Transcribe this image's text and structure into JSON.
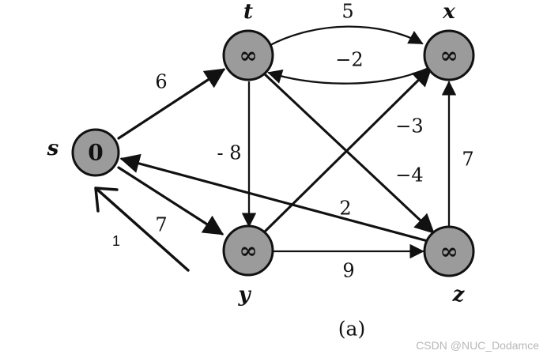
{
  "nodes": {
    "s": {
      "name": "s",
      "value": "0"
    },
    "t": {
      "name": "t",
      "value": "∞"
    },
    "x": {
      "name": "x",
      "value": "∞"
    },
    "y": {
      "name": "y",
      "value": "∞"
    },
    "z": {
      "name": "z",
      "value": "∞"
    }
  },
  "edges": {
    "s_t": {
      "weight": "6"
    },
    "s_y": {
      "weight": "7"
    },
    "t_x": {
      "weight": "5"
    },
    "x_t": {
      "weight": "−2"
    },
    "t_y": {
      "weight": "- 8"
    },
    "t_z": {
      "weight": "−4"
    },
    "y_x": {
      "weight": "−3"
    },
    "y_z": {
      "weight": "9"
    },
    "z_x": {
      "weight": "7"
    },
    "z_s": {
      "weight": "2"
    }
  },
  "caption": "(a)",
  "annotation": {
    "label": "1"
  },
  "watermark": "CSDN @NUC_Dodamce"
}
